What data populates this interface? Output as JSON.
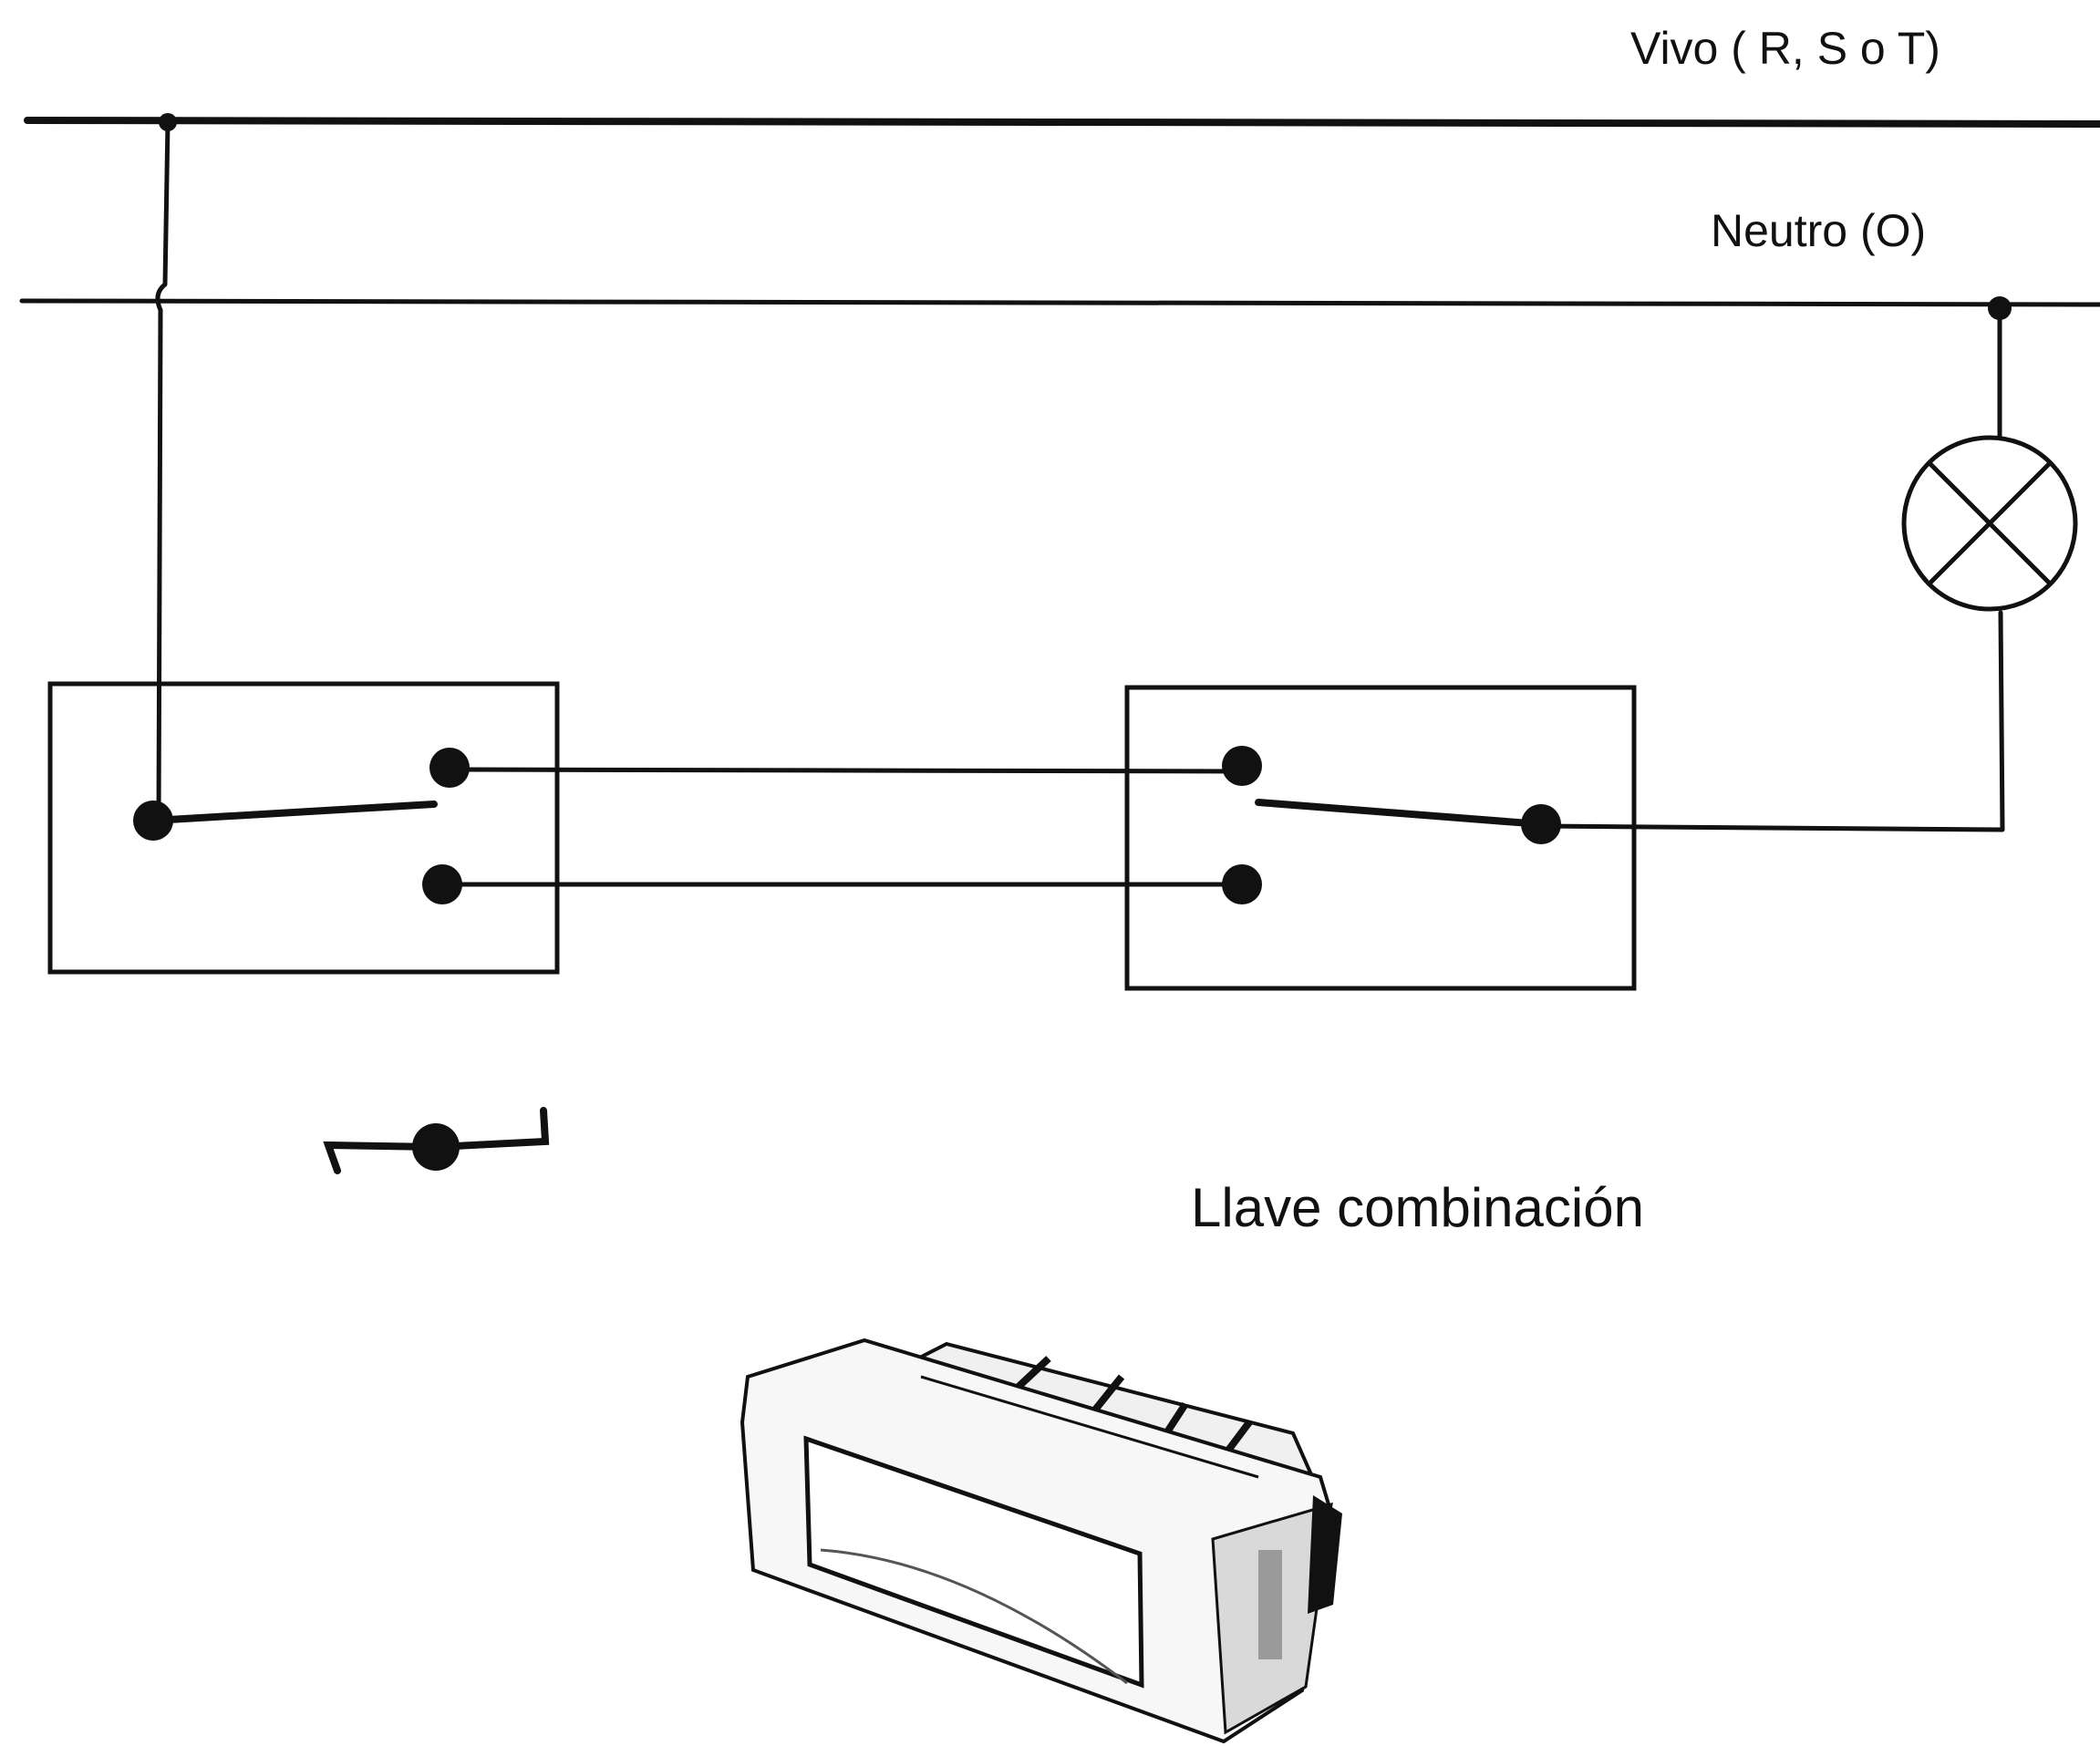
{
  "labels": {
    "live_line": "Vivo ( R, S o T)",
    "neutral_line": "Neutro (O)",
    "caption": "Llave combinación"
  },
  "colors": {
    "ink": "#111111",
    "background": "#ffffff"
  },
  "components": {
    "lamp_symbol": "lamp-circle-cross",
    "switch_left": "three-way-switch",
    "switch_right": "three-way-switch",
    "switch_symbol": "three-way-switch-symbol",
    "photo": "three-way-switch-module"
  }
}
